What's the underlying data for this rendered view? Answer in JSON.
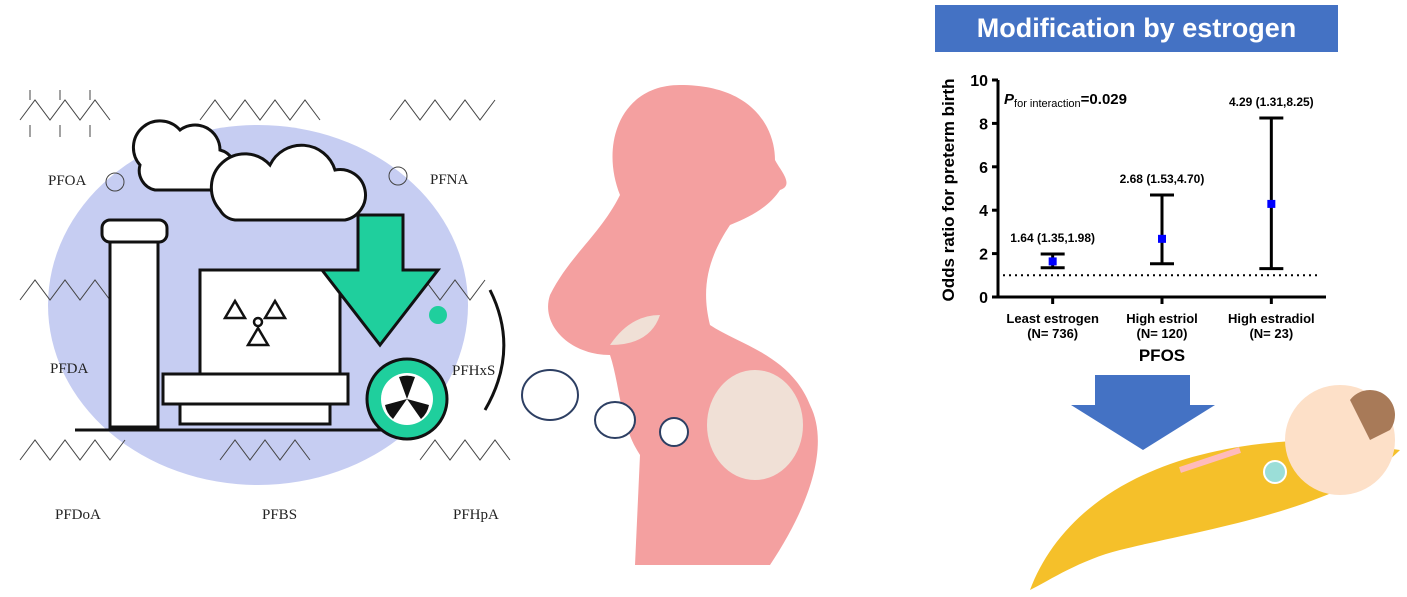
{
  "banner": {
    "title": "Modification by estrogen"
  },
  "compounds": [
    "PFOA",
    "PFNA",
    "PFDA",
    "PFHxS",
    "PFDoA",
    "PFBS",
    "PFHpA"
  ],
  "colors": {
    "banner": "#4472c4",
    "pink": "#f4a0a0",
    "green": "#1fcf9d",
    "blue_circle": "#c6cdf2",
    "marker": "#0000ff",
    "baby_yellow": "#f5c02a"
  },
  "chart_data": {
    "type": "scatter",
    "title": "",
    "ylabel": "Odds ratio for preterm birth",
    "xlabel": "PFOS",
    "ylim": [
      0,
      10
    ],
    "yticks": [
      "0",
      "2",
      "4",
      "6",
      "8",
      "10"
    ],
    "reference_line": 1,
    "annotation_p": "P",
    "annotation_sub": "for interaction",
    "annotation_val": "=0.029",
    "categories": [
      {
        "name": "Least estrogen",
        "n": "(N= 736)",
        "or": 1.64,
        "lo": 1.35,
        "hi": 1.98,
        "label": "1.64 (1.35,1.98)"
      },
      {
        "name": "High estriol",
        "n": "(N= 120)",
        "or": 2.68,
        "lo": 1.53,
        "hi": 4.7,
        "label": "2.68 (1.53,4.70)"
      },
      {
        "name": "High estradiol",
        "n": "(N= 23)",
        "or": 4.29,
        "lo": 1.31,
        "hi": 8.25,
        "label": "4.29 (1.31,8.25)"
      }
    ]
  }
}
